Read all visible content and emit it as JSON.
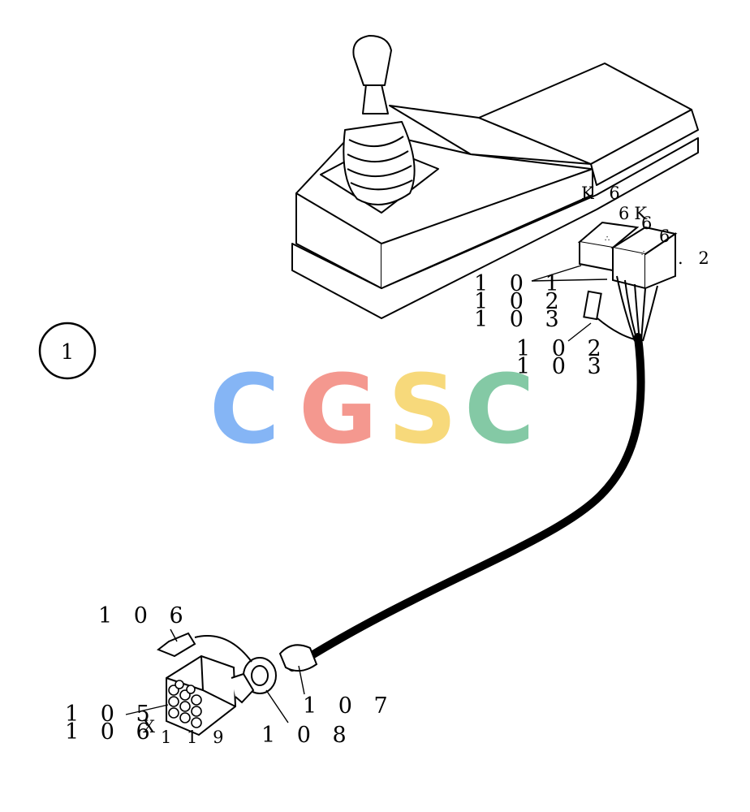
{
  "figure_number": "1",
  "watermark": {
    "letters": [
      {
        "char": "C",
        "color": "#7fb2f5"
      },
      {
        "char": "G",
        "color": "#f4938a"
      },
      {
        "char": "S",
        "color": "#f7d774"
      },
      {
        "char": "C",
        "color": "#7ec7a1"
      }
    ]
  },
  "callouts": {
    "top_k1": "K 6",
    "top_k2": "6K",
    "top_k3": "6",
    "top_6_2": "6",
    "top_dot2": ". 2",
    "c101": "1 0 1",
    "c102a": "1 0 2",
    "c103a": "1 0 3",
    "c102b": "1 0 2",
    "c103b": "1 0 3",
    "c106_top": "1 0 6",
    "c105": "1 0 5",
    "c106_bottom": "1 0 6",
    "cx": "X",
    "c119": "1 1 9",
    "c108": "1 0 8",
    "c107": "1 0 7"
  }
}
